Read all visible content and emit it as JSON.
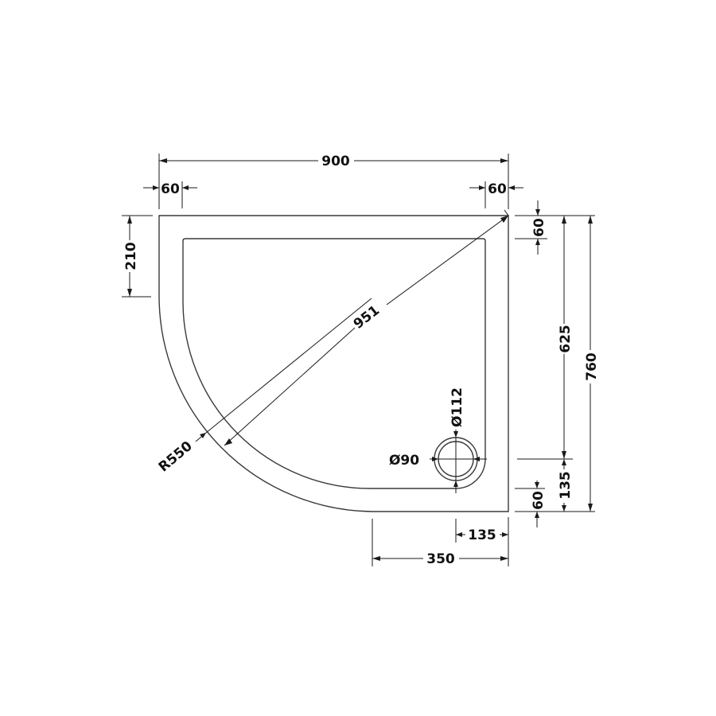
{
  "drawing": {
    "title": "Quadrant shower tray dimension drawing",
    "colors": {
      "line": "#3a3a3a",
      "text": "#111111",
      "background": "#ffffff"
    },
    "dimensions": {
      "overall_width": "900",
      "overall_depth": "760",
      "rim_top_left": "60",
      "rim_top_right": "60",
      "rim_right_top": "60",
      "rim_right_bottom": "60",
      "left_straight": "210",
      "waste_to_top": "625",
      "waste_to_bottom": "135",
      "waste_to_right": "135",
      "bottom_straight": "350",
      "diagonal": "951",
      "radius": "R550",
      "waste_outer_diameter": "Ø112",
      "waste_inner_diameter": "Ø90"
    }
  }
}
